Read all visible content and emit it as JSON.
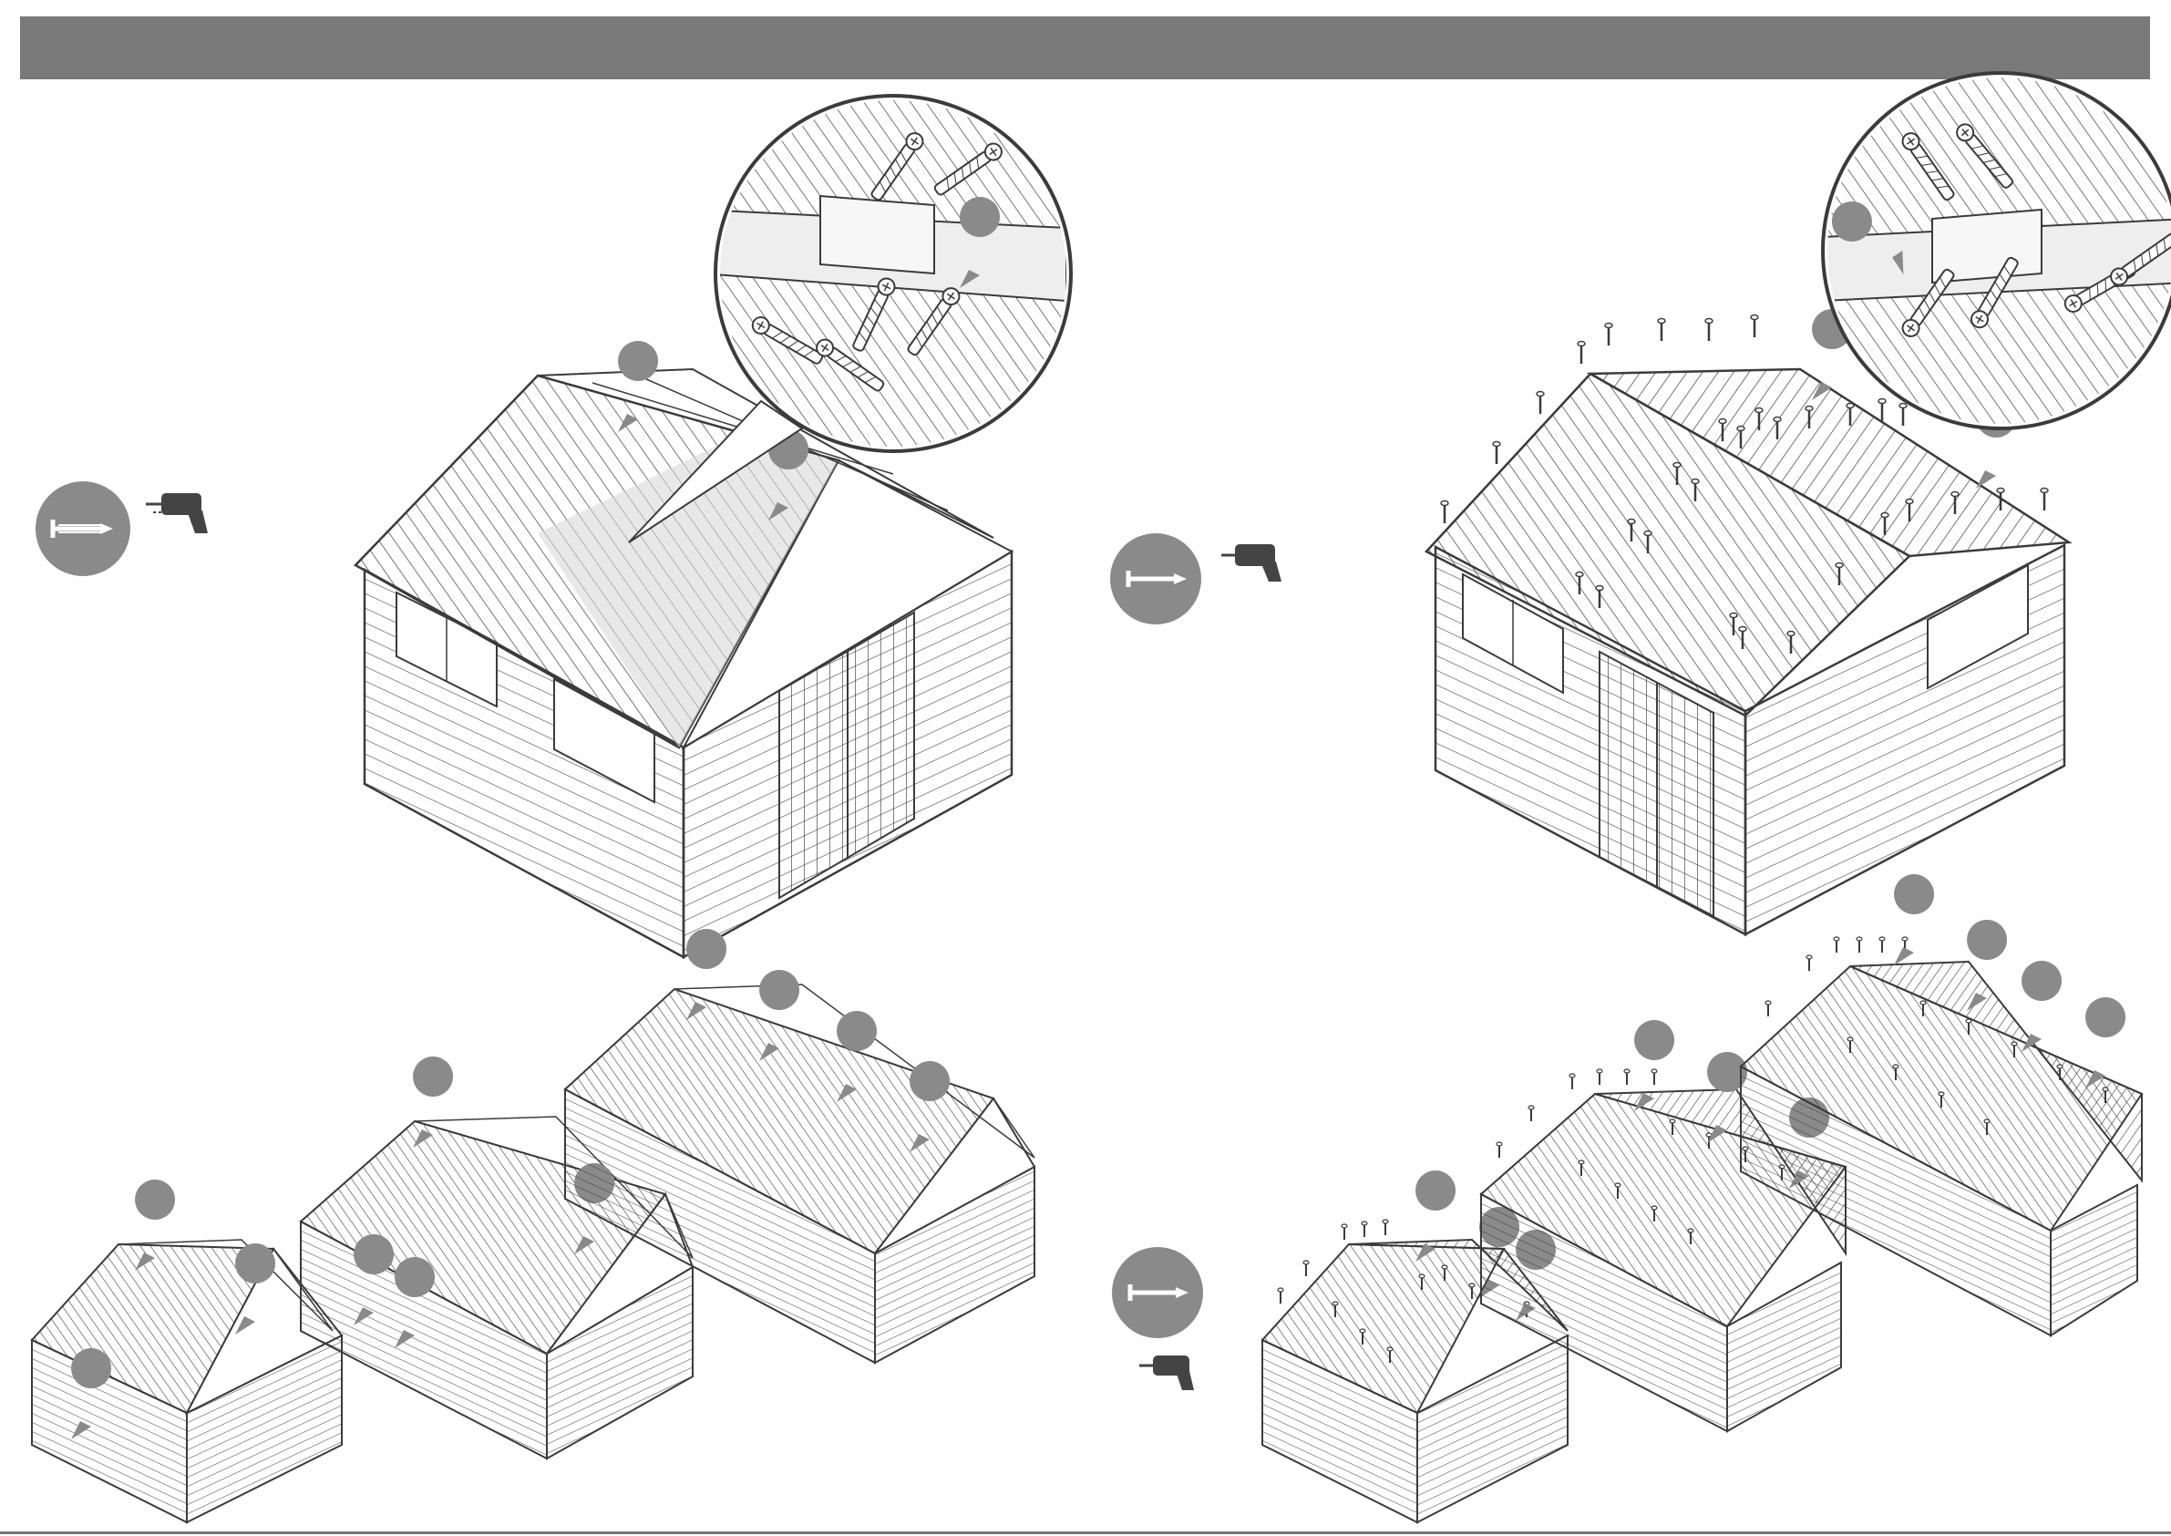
{
  "header": {
    "title": "",
    "color": "#7a797a"
  },
  "colors": {
    "stroke": "#3b3b3b",
    "callout": "#8b8a8b",
    "roof_highlight": "#d9d9d9",
    "drill": "#444444"
  },
  "steps": [
    {
      "id": "step-left",
      "tools": [
        "screw-icon",
        "power-drill-icon"
      ],
      "views": [
        "large-shed-roof-panel-install",
        "detail-magnifier-ridge-screws",
        "three-shed-size-variants"
      ]
    },
    {
      "id": "step-right",
      "tools": [
        "screw-icon",
        "power-drill-icon"
      ],
      "views": [
        "large-shed-roof-screws",
        "detail-magnifier-ridge-screws",
        "three-shed-size-variants-with-screws"
      ]
    }
  ]
}
